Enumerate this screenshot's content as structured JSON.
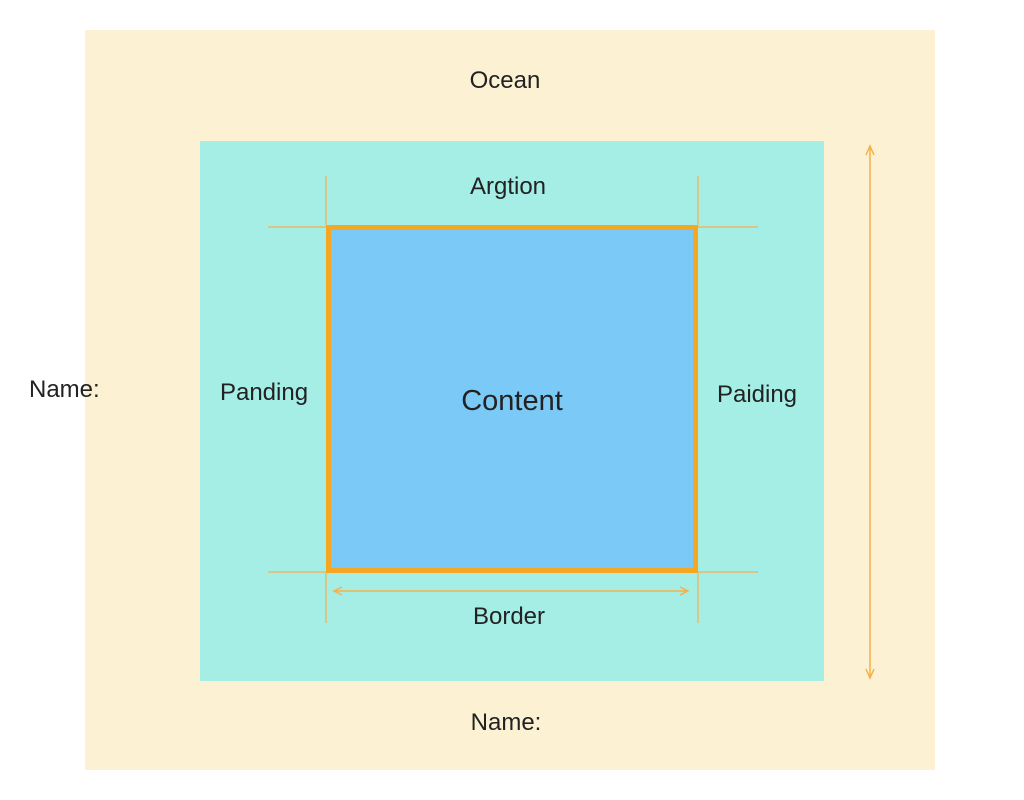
{
  "colors": {
    "outer_fill": "#fcf2d3",
    "middle_fill": "#a4eee6",
    "content_fill": "#7ac9f6",
    "border_color": "#f5a623",
    "guide_color": "#f5b04a",
    "text_color": "#222222"
  },
  "labels": {
    "outer_top": "Ocean",
    "margin_top": "Argtion",
    "padding_left": "Panding",
    "padding_right": "Paiding",
    "content": "Content",
    "border": "Border",
    "outer_left": "Name:",
    "outer_bottom": "Name:"
  }
}
